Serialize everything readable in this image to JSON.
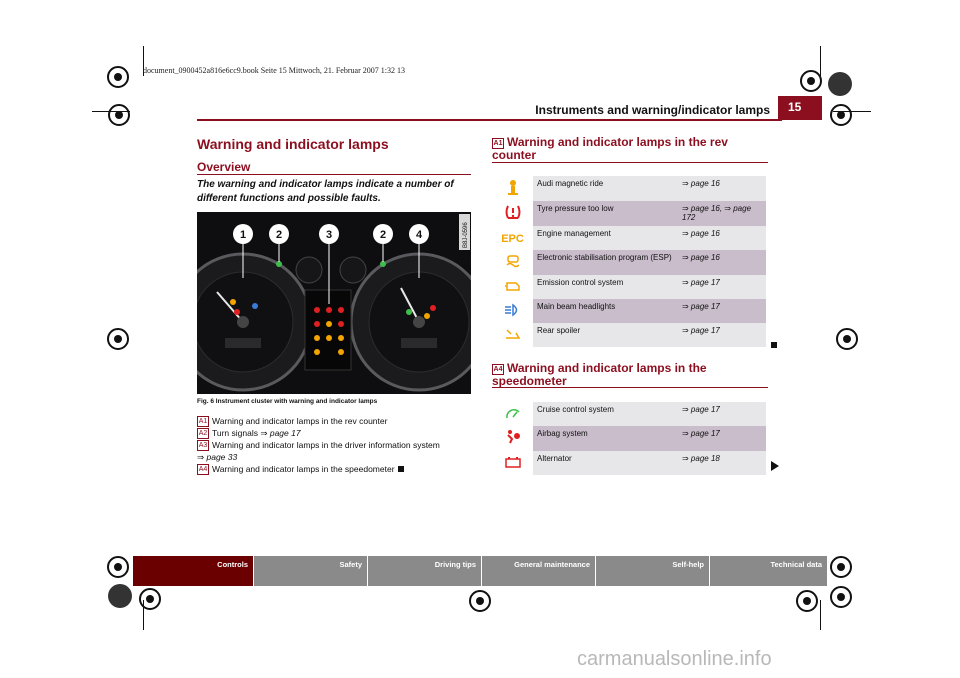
{
  "slug": "document_0900452a816e6cc9.book Seite 15 Mittwoch, 21. Februar 2007 1:32 13",
  "header": {
    "title": "Instruments and warning/indicator lamps",
    "page_number": "15"
  },
  "left": {
    "heading": "Warning and indicator lamps",
    "subheading": "Overview",
    "intro": "The warning and indicator lamps indicate a number of different functions and possible faults.",
    "figure_code": "B8J-0596",
    "figure_callouts": [
      "1",
      "2",
      "3",
      "2",
      "4"
    ],
    "caption": "Fig. 6  Instrument cluster with warning and indicator lamps",
    "items": [
      {
        "badge": "A1",
        "text": "Warning and indicator lamps in the rev counter",
        "ref": ""
      },
      {
        "badge": "A2",
        "text": "Turn signals",
        "ref": "⇒ page 17"
      },
      {
        "badge": "A3",
        "text": "Warning and indicator lamps in the driver information system",
        "ref": "⇒ page 33"
      },
      {
        "badge": "A4",
        "text": "Warning and indicator lamps in the speedometer",
        "ref": ""
      }
    ]
  },
  "right": {
    "section1": {
      "badge": "A1",
      "heading": "Warning and indicator lamps in the rev counter",
      "rows": [
        {
          "icon": "audi-magnetic-ride-icon",
          "text": "Audi magnetic ride",
          "ref": "⇒ page 16"
        },
        {
          "icon": "tyre-pressure-icon",
          "text": "Tyre pressure too low",
          "ref": "⇒ page 16, ⇒ page 172"
        },
        {
          "icon": "epc-icon",
          "glyph": "EPC",
          "text": "Engine management",
          "ref": "⇒ page 16"
        },
        {
          "icon": "esp-icon",
          "text": "Electronic stabilisation program (ESP)",
          "ref": "⇒ page 16"
        },
        {
          "icon": "engine-icon",
          "text": "Emission control system",
          "ref": "⇒ page 17"
        },
        {
          "icon": "main-beam-icon",
          "text": "Main beam headlights",
          "ref": "⇒ page 17"
        },
        {
          "icon": "rear-spoiler-icon",
          "text": "Rear spoiler",
          "ref": "⇒ page 17"
        }
      ]
    },
    "section2": {
      "badge": "A4",
      "heading": "Warning and indicator lamps in the speedometer",
      "rows": [
        {
          "icon": "cruise-control-icon",
          "text": "Cruise control system",
          "ref": "⇒ page 17"
        },
        {
          "icon": "airbag-icon",
          "text": "Airbag system",
          "ref": "⇒ page 17"
        },
        {
          "icon": "battery-icon",
          "text": "Alternator",
          "ref": "⇒ page 18"
        }
      ]
    }
  },
  "tabs": [
    {
      "label": "Controls",
      "active": true
    },
    {
      "label": "Safety",
      "active": false
    },
    {
      "label": "Driving tips",
      "active": false
    },
    {
      "label": "General maintenance",
      "active": false
    },
    {
      "label": "Self-help",
      "active": false
    },
    {
      "label": "Technical data",
      "active": false
    }
  ],
  "colors": {
    "accent": "#8c0f1f",
    "tab_inactive": "#8a8a8a",
    "tab_active": "#6a0000",
    "icon": "#f2a500"
  }
}
